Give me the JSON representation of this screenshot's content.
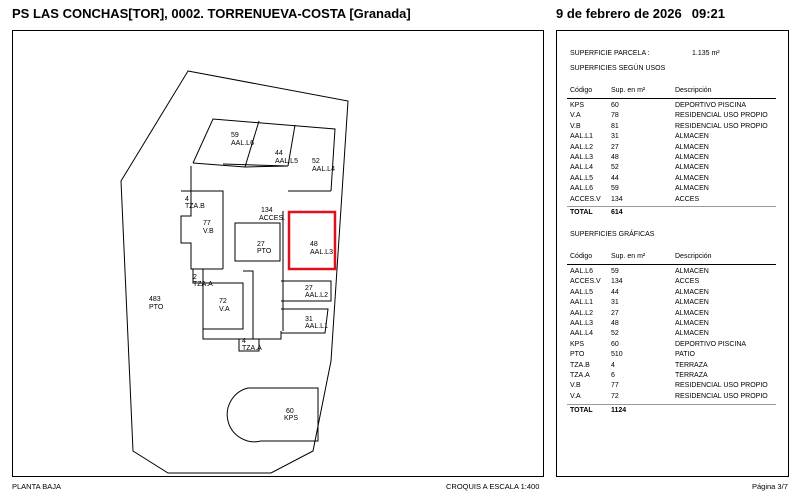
{
  "header": {
    "address": "PS LAS CONCHAS[TOR], 0002. TORRENUEVA-COSTA [Granada]",
    "date": "9 de febrero de 2026",
    "time": "09:21"
  },
  "plan": {
    "rooms": [
      {
        "area": "59",
        "code": "AAL.L6"
      },
      {
        "area": "44",
        "code": "AAL.L5"
      },
      {
        "area": "52",
        "code": "AAL.L4"
      },
      {
        "area": "4",
        "code": "TZA.B"
      },
      {
        "area": "77",
        "code": "V.B"
      },
      {
        "area": "134",
        "code": "ACCES."
      },
      {
        "area": "27",
        "code": "PTO"
      },
      {
        "area": "48",
        "code": "AAL.L3"
      },
      {
        "area": "2",
        "code": "TZA.A"
      },
      {
        "area": "483",
        "code": "PTO"
      },
      {
        "area": "72",
        "code": "V.A"
      },
      {
        "area": "27",
        "code": "AAL.L2"
      },
      {
        "area": "31",
        "code": "AAL.L1"
      },
      {
        "area": "4",
        "code": "TZA.A"
      },
      {
        "area": "60",
        "code": "KPS"
      }
    ],
    "highlight_color": "#e0101c"
  },
  "footer": {
    "floor": "PLANTA BAJA",
    "scale": "CROQUIS A ESCALA 1:400",
    "page": "Página 3/7"
  },
  "panel": {
    "parcel_label": "SUPERFICIE PARCELA :",
    "parcel_value": "1.135 m²",
    "uses_title": "SUPERFICIES SEGÚN USOS",
    "graphic_title": "SUPERFICIES GRÁFICAS",
    "col_code": "Código",
    "col_area": "Sup. en m²",
    "col_desc": "Descripción",
    "total_label": "TOTAL",
    "uses_total": "614",
    "graphic_total": "1124",
    "uses_rows": [
      {
        "code": "KPS",
        "area": "60",
        "desc": "DEPORTIVO PISCINA"
      },
      {
        "code": "V.A",
        "area": "78",
        "desc": "RESIDENCIAL USO PROPIO"
      },
      {
        "code": "V.B",
        "area": "81",
        "desc": "RESIDENCIAL USO PROPIO"
      },
      {
        "code": "AAL.L1",
        "area": "31",
        "desc": "ALMACEN"
      },
      {
        "code": "AAL.L2",
        "area": "27",
        "desc": "ALMACEN"
      },
      {
        "code": "AAL.L3",
        "area": "48",
        "desc": "ALMACEN"
      },
      {
        "code": "AAL.L4",
        "area": "52",
        "desc": "ALMACEN"
      },
      {
        "code": "AAL.L5",
        "area": "44",
        "desc": "ALMACEN"
      },
      {
        "code": "AAL.L6",
        "area": "59",
        "desc": "ALMACEN"
      },
      {
        "code": "ACCES.V",
        "area": "134",
        "desc": "ACCES"
      }
    ],
    "graphic_rows": [
      {
        "code": "AAL.L6",
        "area": "59",
        "desc": "ALMACEN"
      },
      {
        "code": "ACCES.V",
        "area": "134",
        "desc": "ACCES"
      },
      {
        "code": "AAL.L5",
        "area": "44",
        "desc": "ALMACEN"
      },
      {
        "code": "AAL.L1",
        "area": "31",
        "desc": "ALMACEN"
      },
      {
        "code": "AAL.L2",
        "area": "27",
        "desc": "ALMACEN"
      },
      {
        "code": "AAL.L3",
        "area": "48",
        "desc": "ALMACEN"
      },
      {
        "code": "AAL.L4",
        "area": "52",
        "desc": "ALMACEN"
      },
      {
        "code": "KPS",
        "area": "60",
        "desc": "DEPORTIVO PISCINA"
      },
      {
        "code": "PTO",
        "area": "510",
        "desc": "PATIO"
      },
      {
        "code": "TZA.B",
        "area": "4",
        "desc": "TERRAZA"
      },
      {
        "code": "TZA.A",
        "area": "6",
        "desc": "TERRAZA"
      },
      {
        "code": "V.B",
        "area": "77",
        "desc": "RESIDENCIAL USO PROPIO"
      },
      {
        "code": "V.A",
        "area": "72",
        "desc": "RESIDENCIAL USO PROPIO"
      }
    ]
  }
}
